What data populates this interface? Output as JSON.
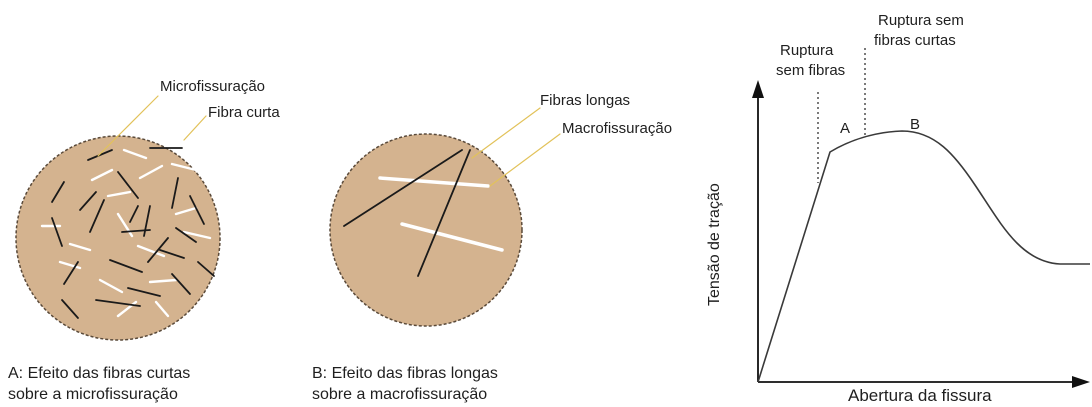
{
  "colors": {
    "matrix_fill": "#d4b38f",
    "matrix_border": "#5a4a3a",
    "fiber_dark": "#1a1a1a",
    "fiber_light": "#ffffff",
    "leader": "#e2c25a",
    "curve": "#3a3a3a"
  },
  "panel_a": {
    "label_micro": "Microfissuração",
    "label_short_fiber": "Fibra curta",
    "caption_line1": "A: Efeito das fibras curtas",
    "caption_line2": "sobre a microfissuração"
  },
  "panel_b": {
    "label_long_fibers": "Fibras longas",
    "label_macro": "Macrofissuração",
    "caption_line1": "B: Efeito das fibras longas",
    "caption_line2": "sobre a macrofissuração"
  },
  "graph": {
    "y_axis_label": "Tensão de tração",
    "x_axis_label": "Abertura da fissura",
    "rupture_no_fibers_line1": "Ruptura",
    "rupture_no_fibers_line2": "sem fibras",
    "rupture_short_line1": "Ruptura sem",
    "rupture_short_line2": "fibras curtas",
    "point_a": "A",
    "point_b": "B"
  }
}
